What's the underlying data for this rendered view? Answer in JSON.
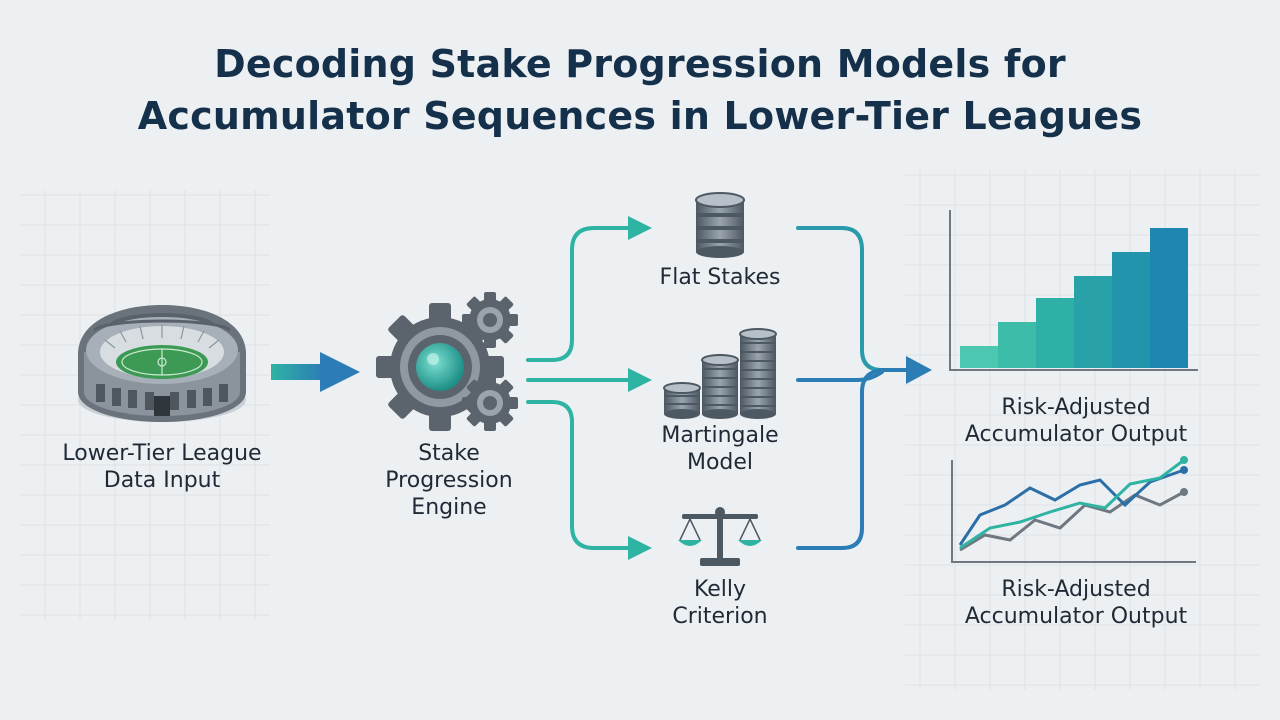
{
  "title": {
    "line1": "Decoding Stake Progression Models for",
    "line2": "Accumulator Sequences in Lower-Tier Leagues"
  },
  "nodes": {
    "input": {
      "line1": "Lower-Tier League",
      "line2": "Data Input",
      "icon": "stadium-icon"
    },
    "engine": {
      "line1": "Stake",
      "line2": "Progression",
      "line3": "Engine",
      "icon": "gears-icon"
    },
    "flat": {
      "line1": "Flat Stakes",
      "icon": "coin-stack-icon"
    },
    "martingale": {
      "line1": "Martingale",
      "line2": "Model",
      "icon": "growing-coin-stacks-icon"
    },
    "kelly": {
      "line1": "Kelly",
      "line2": "Criterion",
      "icon": "balance-scale-icon"
    },
    "output_bar": {
      "line1": "Risk-Adjusted",
      "line2": "Accumulator Output",
      "icon": "bar-chart-icon"
    },
    "output_line": {
      "line1": "Risk-Adjusted",
      "line2": "Accumulator Output",
      "icon": "line-chart-icon"
    }
  },
  "colors": {
    "teal": "#2fb3a3",
    "blue": "#2b7db5",
    "dark_text": "#15304a",
    "gray": "#5d6670"
  }
}
